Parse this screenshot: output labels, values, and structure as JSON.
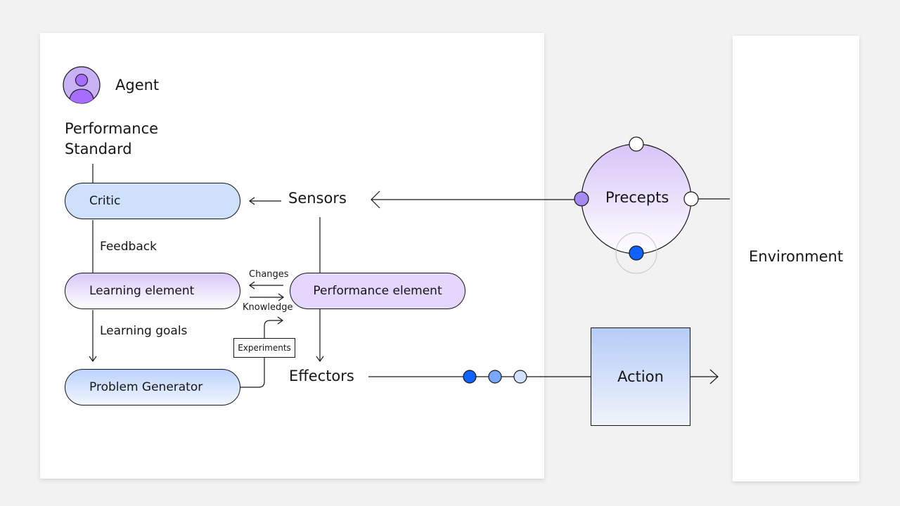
{
  "agent": {
    "title": "Agent",
    "performance_standard": [
      "Performance",
      "Standard"
    ],
    "critic": "Critic",
    "feedback": "Feedback",
    "learning_element": "Learning element",
    "learning_goals": "Learning goals",
    "problem_generator": "Problem Generator",
    "sensors": "Sensors",
    "performance_element": "Performance element",
    "changes": "Changes",
    "knowledge": "Knowledge",
    "experiments": "Experiments",
    "effectors": "Effectors"
  },
  "precepts": "Precepts",
  "action": "Action",
  "environment": "Environment",
  "colors": {
    "critic_fill": "#cfe0fb",
    "learning_fill": "#d9c9f8",
    "performance_fill": "#e4d7fb",
    "problem_fill": "#bcd3fb",
    "precepts_fill": "#d7c4f7",
    "action_fill": "#b5ccf7",
    "accent_blue": "#0f62fe",
    "mid_blue": "#78a9ff",
    "light_blue": "#d0e2ff",
    "purple_dot": "#a48af2",
    "avatar_fill": "#c9b1f5",
    "avatar_figure": "#a56eff"
  },
  "icons": [
    "user-avatar-icon"
  ]
}
